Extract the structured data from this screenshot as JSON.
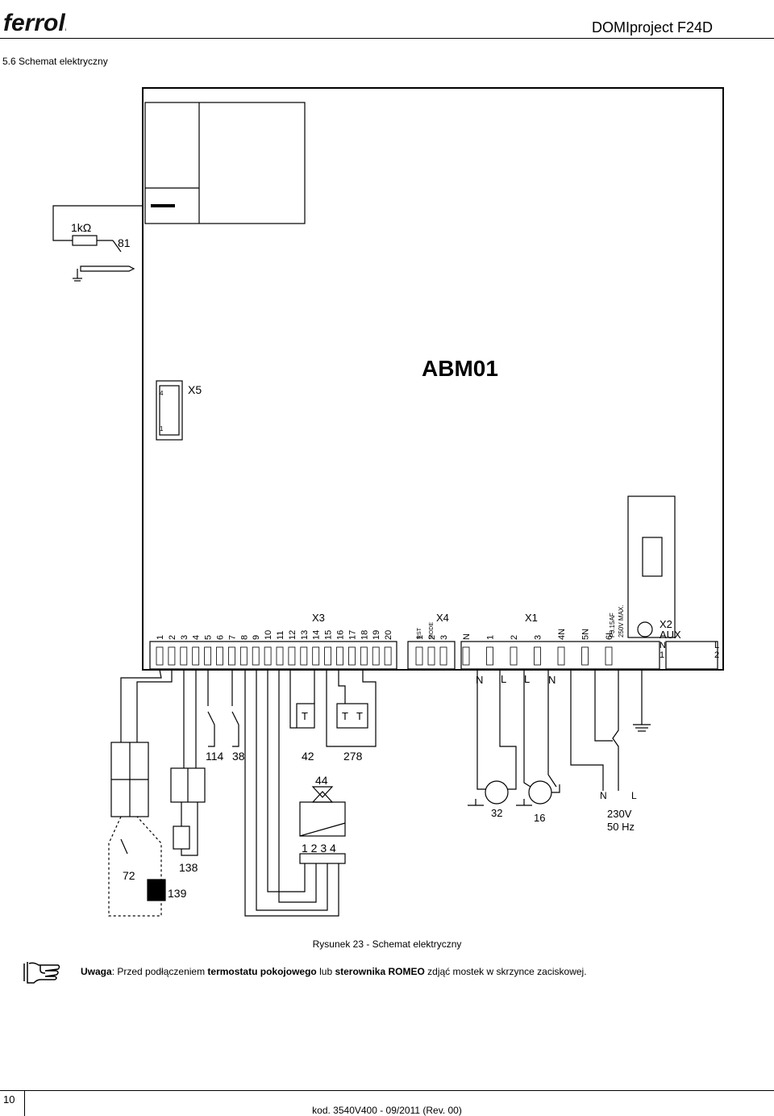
{
  "header": {
    "logo_text": "ferroli",
    "doc_title": "DOMIproject F24D"
  },
  "section_title": "5.6 Schemat elektryczny",
  "diagram": {
    "board_label": "ABM01",
    "resistor_label": "1kΩ",
    "labels": {
      "c81": "81",
      "x5": "X5",
      "x5_pin4": "4",
      "x5_pin1": "1",
      "x3": "X3",
      "x4": "X4",
      "x1": "X1",
      "x2": "X2",
      "aux": "AUX",
      "rst": "RST",
      "mode": "MODE",
      "fuse": "F3.15AF",
      "fuse_rating": "250V MAX.",
      "c114": "114",
      "c38": "38",
      "c42": "42",
      "c278": "278",
      "c44": "44",
      "c32": "32",
      "c16": "16",
      "c72": "72",
      "c138": "138",
      "c139": "139",
      "t": "T",
      "n": "N",
      "l": "L",
      "one": "1",
      "two": "2",
      "supply_v": "230V",
      "supply_hz": "50 Hz",
      "valve_pins": "1 2 3 4"
    },
    "x3_pins": [
      "1",
      "2",
      "3",
      "4",
      "5",
      "6",
      "7",
      "8",
      "9",
      "10",
      "11",
      "12",
      "13",
      "14",
      "15",
      "16",
      "17",
      "18",
      "19",
      "20"
    ],
    "x4_pins": [
      "1",
      "2",
      "3"
    ],
    "x1_pins": [
      "N",
      "1",
      "2",
      "3",
      "4N",
      "5N",
      "6L"
    ]
  },
  "caption": "Rysunek 23 - Schemat elektryczny",
  "note": {
    "prefix": "Uwaga",
    "text_1": ": Przed podłączeniem ",
    "bold_1": "termostatu pokojowego",
    "text_2": " lub ",
    "bold_2": "sterownika ROMEO",
    "text_3": " zdjąć mostek w skrzynce zaciskowej."
  },
  "footer": {
    "page_number": "10",
    "code": "kod. 3540V400 - 09/2011 (Rev. 00)"
  }
}
